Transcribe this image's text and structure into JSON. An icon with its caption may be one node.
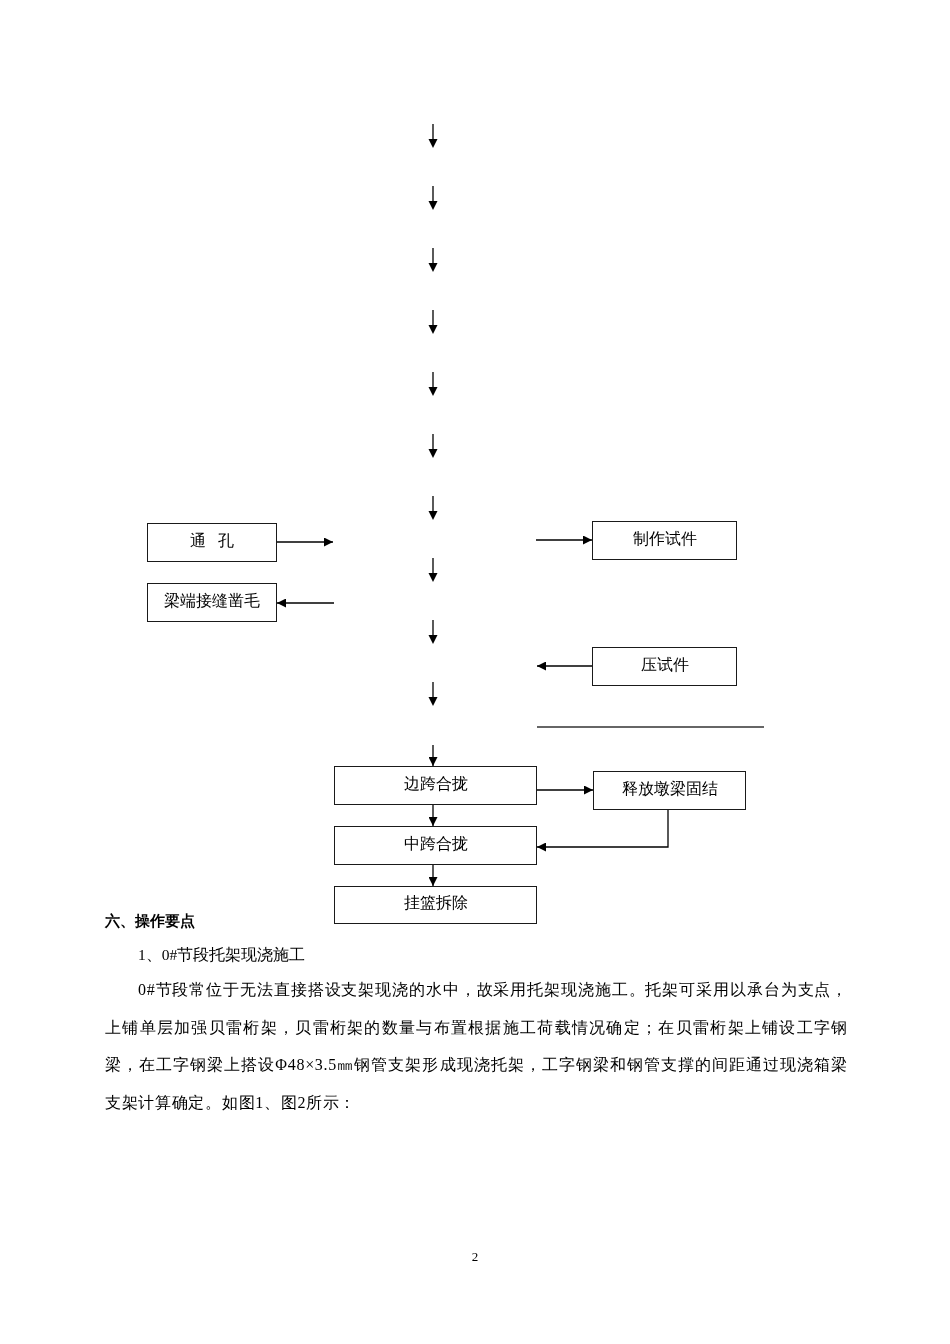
{
  "diagram": {
    "nodes": [
      {
        "text": [
          "通 孔"
        ]
      },
      {
        "text": [
          "梁端接缝凿毛"
        ]
      },
      {
        "text": [
          "制作试件"
        ]
      },
      {
        "text": [
          "压试件"
        ]
      },
      {
        "text": [
          "边跨合拢"
        ]
      },
      {
        "text": [
          "释放墩梁固结"
        ]
      },
      {
        "text": [
          "中跨合拢"
        ]
      },
      {
        "text": [
          "挂篮拆除"
        ]
      }
    ],
    "edges": [
      {
        "from": 0,
        "to": null,
        "arrow": "to"
      },
      {
        "from": null,
        "to": 1,
        "arrow": "to"
      },
      {
        "from": null,
        "to": 2,
        "arrow": "to"
      },
      {
        "from": 3,
        "to": null,
        "arrow": "to"
      },
      {
        "from": null,
        "to": 4,
        "arrow": "to"
      },
      {
        "from": 4,
        "to": 5,
        "arrow": "to"
      },
      {
        "from": 4,
        "to": 6,
        "arrow": "to"
      },
      {
        "from": 5,
        "to": 6,
        "arrow": "to"
      },
      {
        "from": 6,
        "to": 7,
        "arrow": "to"
      }
    ],
    "labels": [
      "六、操作要点",
      "1、0#节段托架现浇施工",
      "0#节段常位于无法直接搭设支架现浇的水中，故采用托架现浇施工。托架可采用以承台为支点，上铺单层加强贝雷桁架，贝雷桁架的数量与布置根据施工荷载情况确定；在贝雷桁架上铺设工字钢梁，在工字钢梁上搭设Φ48×3.5㎜钢管支架形成现浇托架，工字钢梁和钢管支撑的间距通过现浇箱梁支架计算确定。如图1、图2所示：",
      "2"
    ]
  }
}
